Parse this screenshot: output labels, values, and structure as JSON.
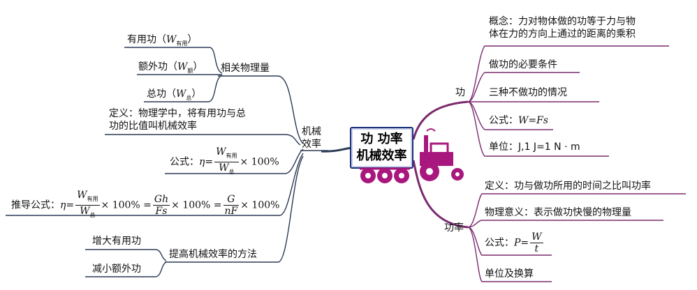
{
  "center": {
    "line1": "功 功率",
    "line2": "机械效率"
  },
  "left": {
    "jixie_label": "机械\n效率",
    "related": {
      "label": "相关物理量",
      "items": [
        {
          "prefix": "有用功（",
          "sym": "W",
          "sub": "有用",
          "suffix": "）"
        },
        {
          "prefix": "额外功（",
          "sym": "W",
          "sub": "额",
          "suffix": "）"
        },
        {
          "prefix": "总功（",
          "sym": "W",
          "sub": "总",
          "suffix": "）"
        }
      ]
    },
    "definition": "定义：物理学中，将有用功与总\n功的比值叫机械效率",
    "formula": {
      "prefix": "公式：",
      "eta": "η",
      "eq": "=",
      "num": "W",
      "num_sub": "有用",
      "den": "W",
      "den_sub": "总",
      "suffix": "× 100%"
    },
    "derived": {
      "prefix": "推导公式：",
      "eta": "η",
      "eq": "=",
      "f1_num": "W",
      "f1_num_sub": "有用",
      "f1_den": "W",
      "f1_den_sub": "总",
      "times1": "× 100% =",
      "f2_num": "Gh",
      "f2_den": "Fs",
      "times2": "× 100% =",
      "f3_num": "G",
      "f3_den": "nF",
      "times3": "× 100%"
    },
    "methods": {
      "label": "提高机械效率的方法",
      "items": [
        "增大有用功",
        "减小额外功"
      ]
    }
  },
  "right": {
    "gong": {
      "label": "功",
      "items": [
        "概念：力对物体做的功等于力与物\n体在力的方向上通过的距离的乘积",
        "做功的必要条件",
        "三种不做功的情况",
        {
          "prefix": "公式：",
          "expr": "W=Fs"
        },
        "单位：J,1 J=1 N · m"
      ]
    },
    "gonglv": {
      "label": "功率",
      "items": [
        "定义：功与做功所用的时间之比叫功率",
        "物理意义：表示做功快慢的物理量",
        {
          "prefix": "公式：",
          "lhs": "P=",
          "num": "W",
          "den": "t"
        },
        "单位及换算"
      ]
    }
  },
  "colors": {
    "left_branch": "#2b3a55",
    "right_branch": "#7a2a6e",
    "center_border": "#1a2f7a",
    "tractor": "#a8177d",
    "wheel": "#a8177d"
  }
}
